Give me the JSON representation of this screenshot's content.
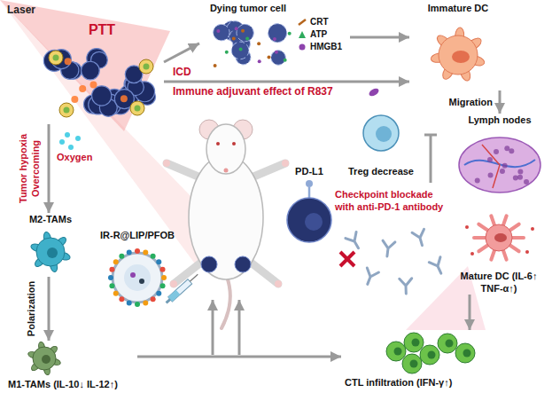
{
  "diagram": {
    "nodes": [
      {
        "text": [
          "PTT"
        ]
      },
      {
        "text": [
          "Dying tumor cell",
          "CRT",
          "ATP",
          "HMGB1"
        ]
      },
      {
        "text": [
          "Immature DC"
        ]
      },
      {
        "text": [
          "Lymph nodes"
        ]
      },
      {
        "text": [
          "Mature DC (IL-6↑ TNF-α↑)"
        ]
      },
      {
        "text": [
          "Treg decrease"
        ]
      },
      {
        "text": [
          "PD-L1"
        ]
      },
      {
        "text": [
          "CTL infiltration (IFN-γ↑)"
        ]
      },
      {
        "text": [
          "IR-R@LIP/PFOB"
        ]
      },
      {
        "text": [
          "M2-TAMs"
        ]
      },
      {
        "text": [
          "M1-TAMs (IL-10↓ IL-12↑)"
        ]
      }
    ],
    "edges": [
      {
        "from": 0,
        "to": 1,
        "label": "ICD",
        "arrow": "to"
      },
      {
        "from": 1,
        "to": 2,
        "arrow": "to"
      },
      {
        "from": 0,
        "to": 2,
        "label": "Immune adjuvant effect of R837",
        "arrow": "to"
      },
      {
        "from": 2,
        "to": 3,
        "label": "Migration",
        "arrow": "to"
      },
      {
        "from": 4,
        "to": 7,
        "arrow": "to"
      },
      {
        "from": 0,
        "to": 9,
        "label": "Tumor hypoxia Overcoming",
        "arrow": "to"
      },
      {
        "from": 9,
        "to": 10,
        "label": "Polarization",
        "arrow": "to"
      },
      {
        "from": 10,
        "to": 7,
        "arrow": "to"
      }
    ],
    "labels": [
      "Laser",
      "Oxygen",
      "Checkpoint blockade with anti-PD-1 antibody"
    ]
  }
}
